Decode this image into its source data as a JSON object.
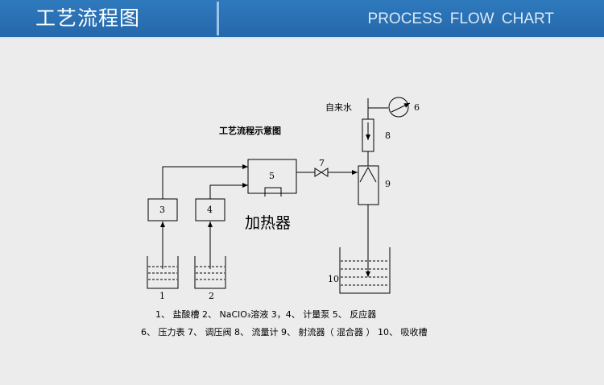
{
  "header": {
    "title": "工艺流程图",
    "subtitle": "PROCESS FLOW CHART"
  },
  "diagram": {
    "title": "工艺流程示意图",
    "heater_label": "加热器",
    "water_label": "自来水",
    "node_labels": {
      "n1": "1",
      "n2": "2",
      "n3": "3",
      "n4": "4",
      "n5": "5",
      "n6": "6",
      "n7": "7",
      "n8": "8",
      "n9": "9",
      "n10": "10"
    },
    "legend_line1": "1、 盐酸槽   2、 NaClO₃溶液   3，4、 计量泵   5、 反应器",
    "legend_line2": "6、 压力表   7、 调压阀   8、 流量计   9、 射流器（ 混合器 ）   10、 吸收槽"
  },
  "colors": {
    "header_bg": "#2a6fb2",
    "page_bg": "#ececec",
    "line": "#000000"
  }
}
